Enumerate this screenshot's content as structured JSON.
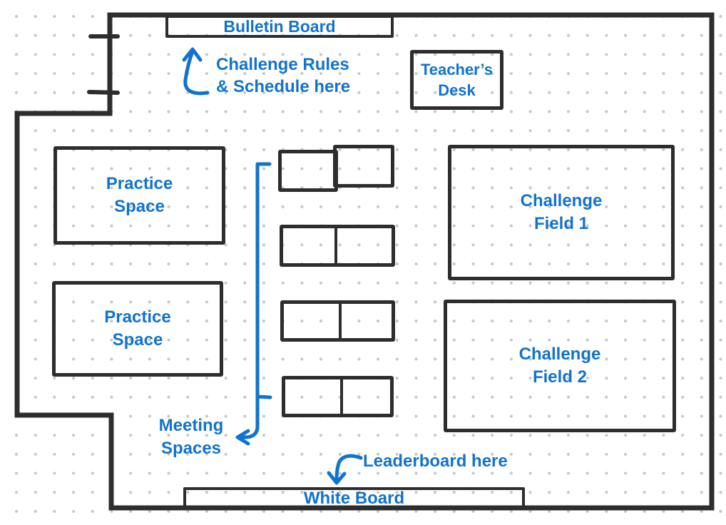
{
  "colors": {
    "annotation": "#1173cd",
    "wall": "#2d2d2d",
    "dots": "#c8c8c8",
    "background": "#ffffff"
  },
  "rooms": {
    "bulletin_board": {
      "label": "Bulletin Board"
    },
    "teachers_desk": {
      "label": "Teacher’s\nDesk"
    },
    "practice_space_1": {
      "label": "Practice\nSpace"
    },
    "practice_space_2": {
      "label": "Practice\nSpace"
    },
    "challenge_field_1": {
      "label": "Challenge\nField 1"
    },
    "challenge_field_2": {
      "label": "Challenge\nField 2"
    },
    "white_board": {
      "label": "White Board"
    },
    "meeting_tables_count": "4"
  },
  "annotations": {
    "rules_note": {
      "label": "Challenge Rules\n& Schedule here"
    },
    "meeting_note": {
      "label": "Meeting\nSpaces"
    },
    "leaderboard_note": {
      "label": "Leaderboard here"
    }
  }
}
